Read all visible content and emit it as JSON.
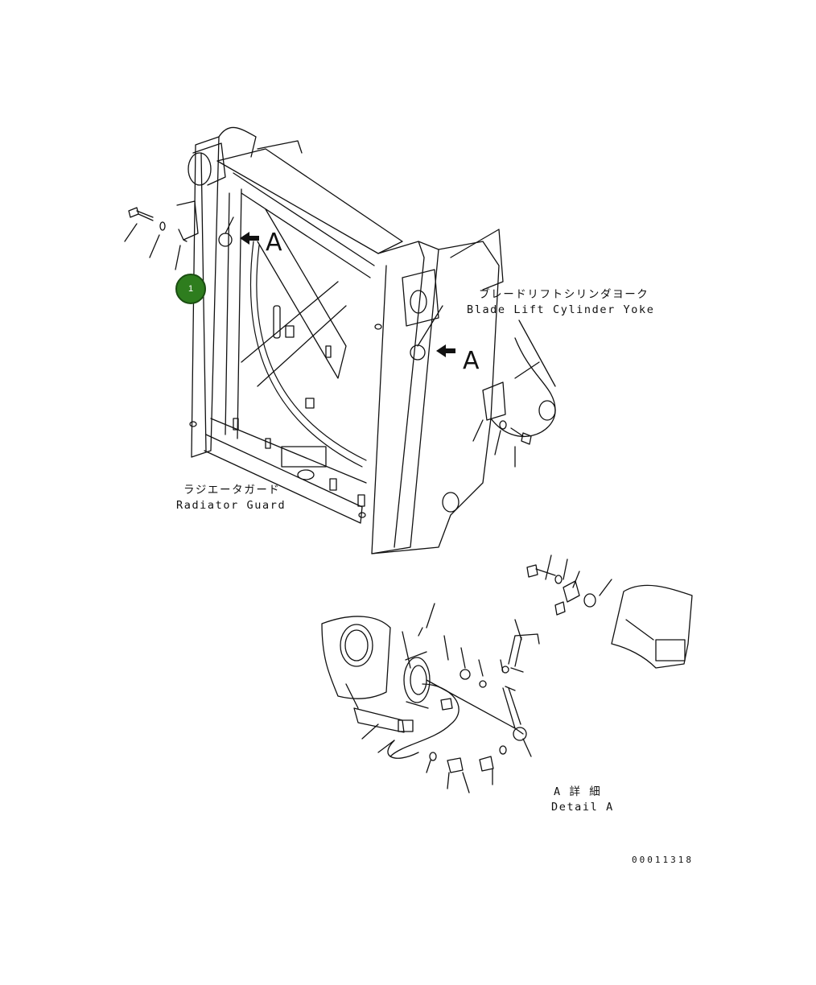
{
  "labels": {
    "blade_yoke_jp": "ブレードリフトシリンダヨーク",
    "blade_yoke_en": "Blade Lift Cylinder Yoke",
    "radiator_jp": "ラジエータガード",
    "radiator_en": "Radiator Guard",
    "detail_jp": "A 詳 細",
    "detail_en": "Detail A",
    "view_a_1": "A",
    "view_a_2": "A"
  },
  "callouts": [
    {
      "number": "1",
      "color": "#2e7d1e"
    }
  ],
  "drawing_number": "00011318"
}
